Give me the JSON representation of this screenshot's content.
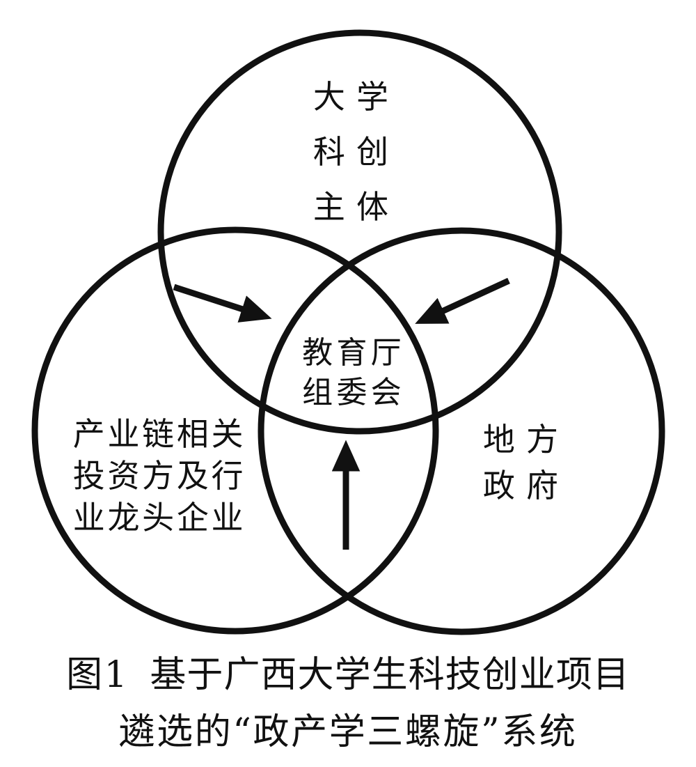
{
  "colors": {
    "ink": "#111111",
    "background": "#ffffff"
  },
  "venn": {
    "top_circle": {
      "line1": "大学",
      "line2": "科创",
      "line3": "主体"
    },
    "left_circle": {
      "line1": "产业链相关",
      "line2": "投资方及行",
      "line3": "业龙头企业"
    },
    "right_circle": {
      "line1": "地方",
      "line2": "政府"
    },
    "center_overlap": {
      "line1": "教育厅",
      "line2": "组委会"
    }
  },
  "caption": {
    "figure_label": "图1",
    "title_line1": "基于广西大学生科技创业项目",
    "title_line2": "遴选的“政产学三螺旋”系统"
  }
}
